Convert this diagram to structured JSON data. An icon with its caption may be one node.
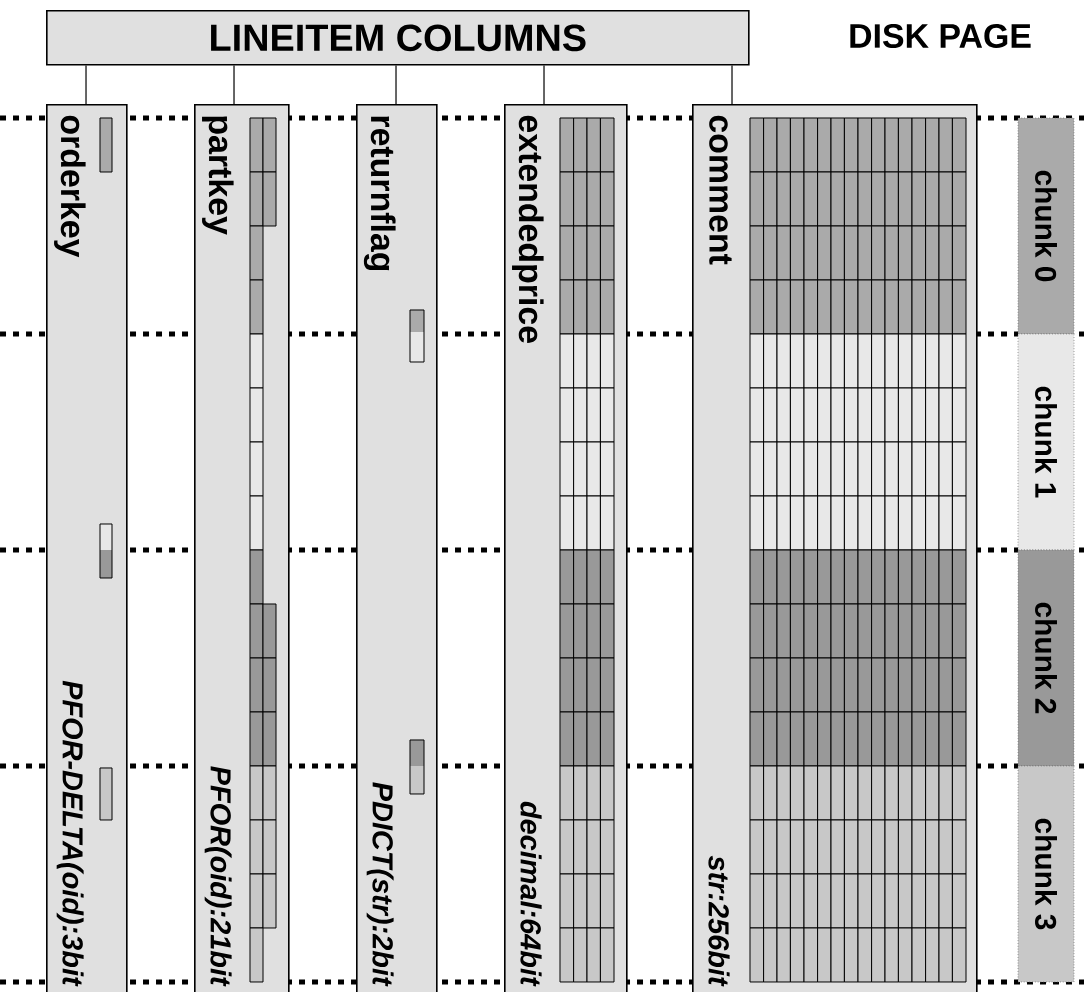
{
  "diagram": {
    "nodes": [
      {
        "text": [
          "LINEITEM COLUMNS"
        ]
      },
      {
        "text": [
          "orderkey",
          "PFOR-DELTA(oid):3bit"
        ]
      },
      {
        "text": [
          "partkey",
          "PFOR(oid):21bit"
        ]
      },
      {
        "text": [
          "returnflag",
          "PDICT(str):2bit"
        ]
      },
      {
        "text": [
          "extendedprice",
          "decimal:64bit"
        ]
      },
      {
        "text": [
          "comment",
          "str:256bit"
        ]
      },
      {
        "text": [
          "chunk 0"
        ]
      },
      {
        "text": [
          "chunk 1"
        ]
      },
      {
        "text": [
          "chunk 2"
        ]
      },
      {
        "text": [
          "chunk 3"
        ]
      }
    ],
    "edges": [
      {
        "from": 0,
        "to": 1,
        "arrow": "none"
      },
      {
        "from": 0,
        "to": 2,
        "arrow": "none"
      },
      {
        "from": 0,
        "to": 3,
        "arrow": "none"
      },
      {
        "from": 0,
        "to": 4,
        "arrow": "none"
      },
      {
        "from": 0,
        "to": 5,
        "arrow": "none"
      }
    ],
    "labels": [
      "DISK PAGE"
    ]
  }
}
